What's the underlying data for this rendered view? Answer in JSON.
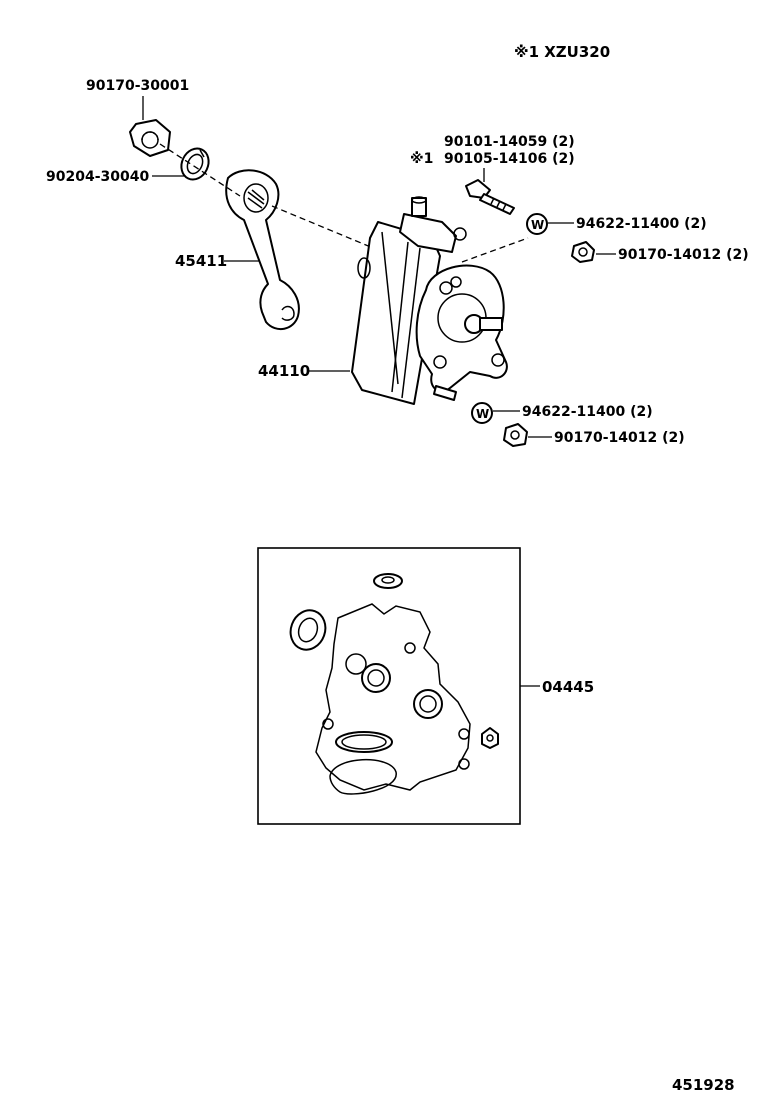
{
  "header": {
    "note": "※1 XZU320"
  },
  "labels": {
    "nut_30001": "90170-30001",
    "washer_30040": "90204-30040",
    "pitman_arm": "45411",
    "gear_box": "44110",
    "bolt_14059": "90101-14059 (2)",
    "bolt_14106_prefix": "※1",
    "bolt_14106": "90105-14106 (2)",
    "washer_upper": "94622-11400 (2)",
    "nut_upper": "90170-14012 (2)",
    "washer_lower": "94622-11400 (2)",
    "nut_lower": "90170-14012 (2)",
    "gasket_kit": "04445"
  },
  "washer_symbol": "W",
  "footer": {
    "code": "451928"
  }
}
